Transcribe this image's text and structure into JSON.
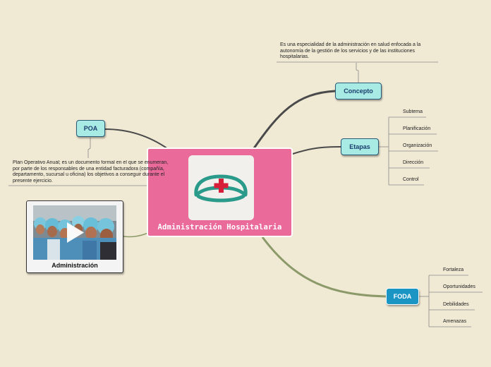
{
  "central": {
    "title": "Administración Hospitalaria",
    "icon": "nurse-cap-icon"
  },
  "topics": {
    "concepto": {
      "label": "Concepto",
      "note": "Es una especialidad de la administración en salud enfocada a la autonomía de la gestión de los servicios y de las instituciones hospitalarias."
    },
    "etapas": {
      "label": "Etapas",
      "items": [
        "Subtema",
        "Planificación",
        "Organización",
        "Dirección",
        "Control"
      ]
    },
    "poa": {
      "label": "POA",
      "note": "Plan Operativo Anual; es un documento formal en el que se enumeran, por parte de los responsables de una entidad facturadora (compañía, departamento, sucursal u oficina) los objetivos a conseguir durante el presente ejercicio."
    },
    "foda": {
      "label": "FODA",
      "items": [
        "Fortaleza",
        "Oportunidades",
        "Debilidades",
        "Amenazas"
      ]
    },
    "media": {
      "label": "Administración",
      "icon": "play-icon"
    }
  },
  "colors": {
    "background": "#f0e9d4",
    "central": "#ea6b9a",
    "topic_light": "#a7ebe4",
    "topic_dark": "#1b95c3",
    "branch_dark": "#4a4a4a",
    "branch_olive": "#8c9a6a"
  }
}
